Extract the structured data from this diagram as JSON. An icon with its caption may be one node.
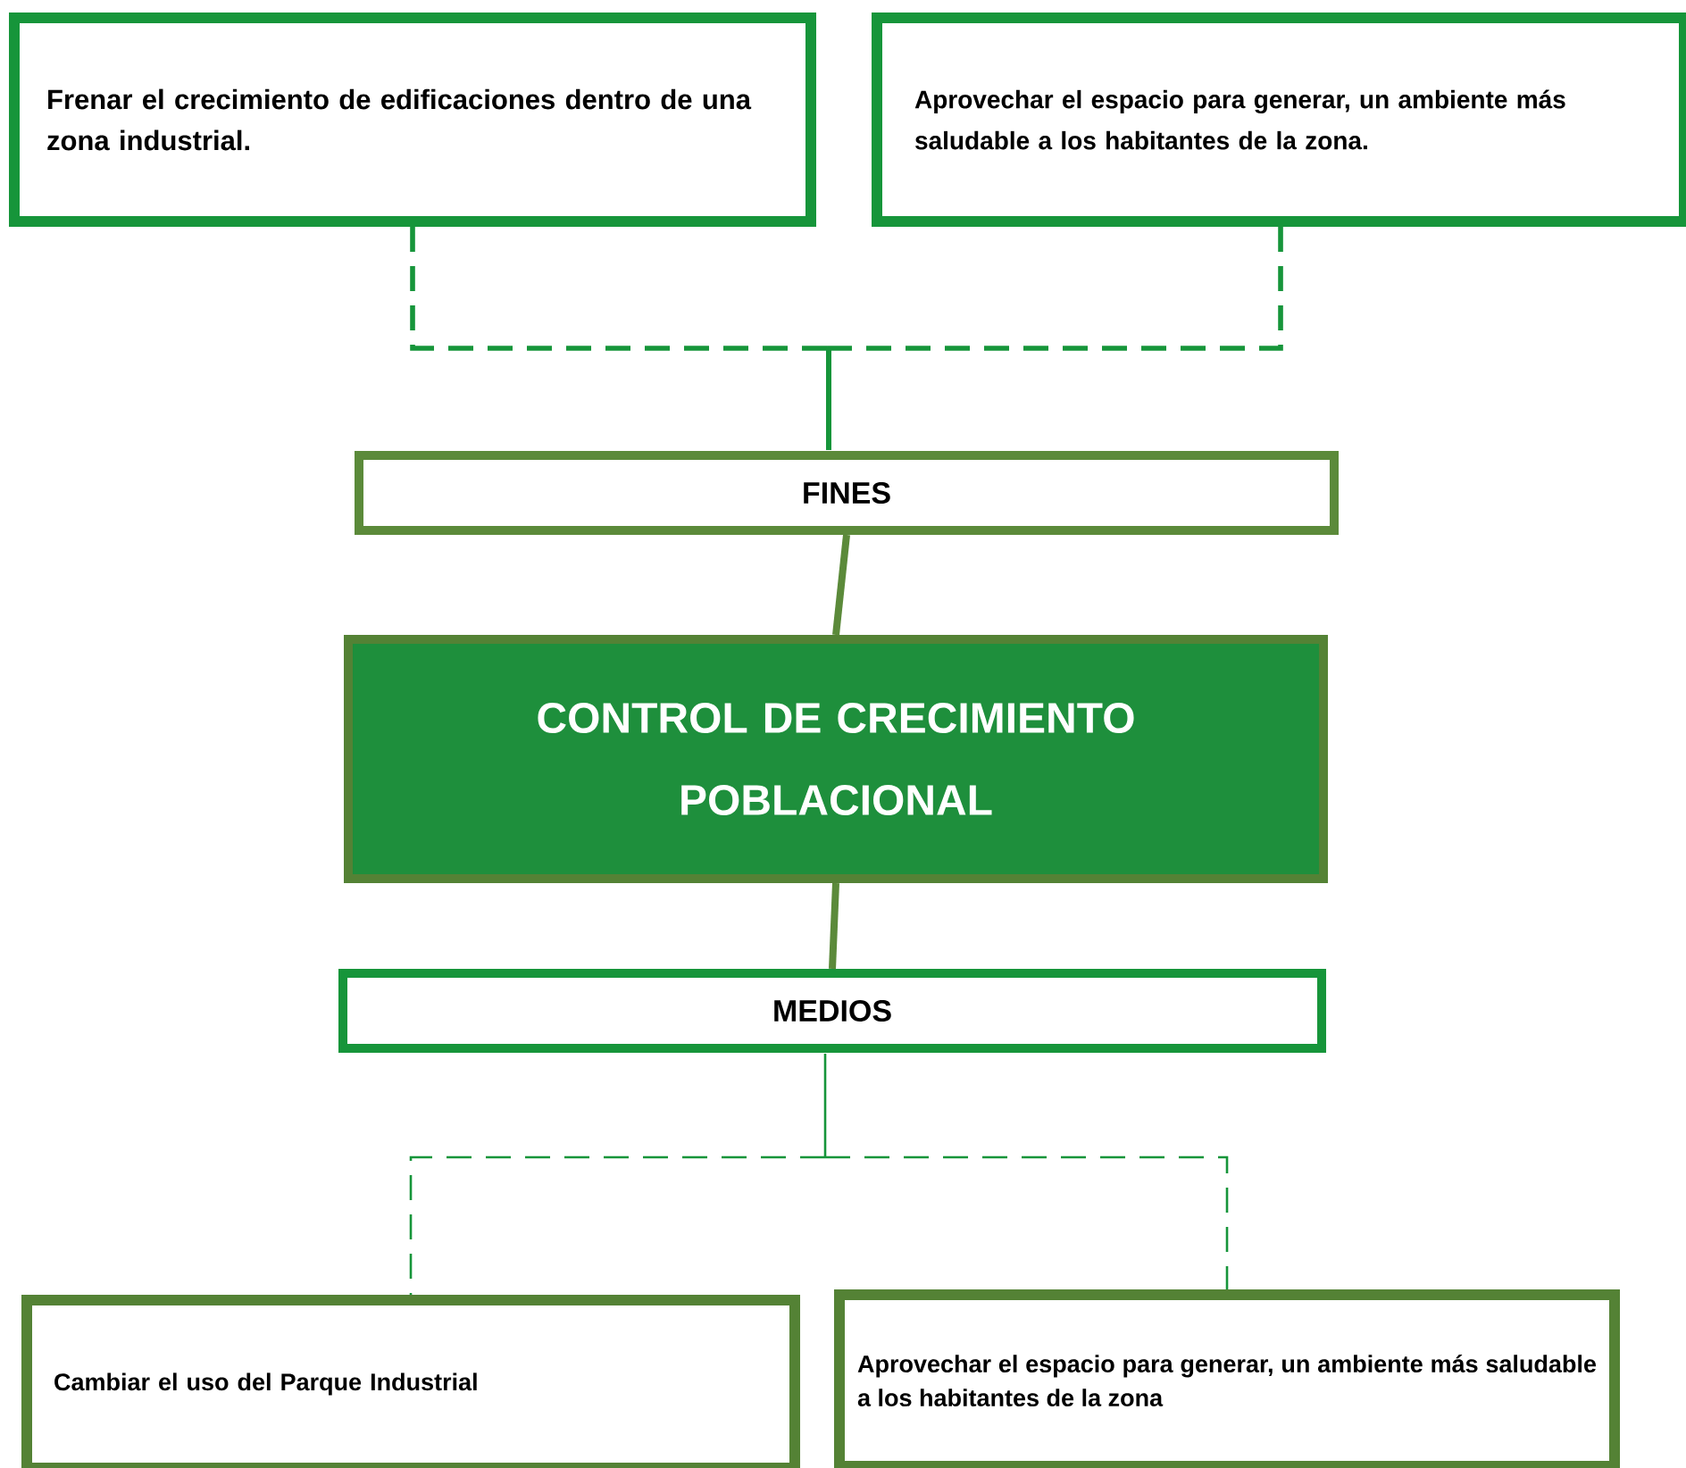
{
  "diagram": {
    "nodes": [
      {
        "text": [
          "Frenar el crecimiento de edificaciones dentro de una zona industrial."
        ]
      },
      {
        "text": [
          "Aprovechar el espacio para generar, un ambiente más saludable a los habitantes de la zona."
        ]
      },
      {
        "text": [
          "FINES"
        ]
      },
      {
        "text": [
          "CONTROL DE CRECIMIENTO POBLACIONAL"
        ]
      },
      {
        "text": [
          "MEDIOS"
        ]
      },
      {
        "text": [
          "Cambiar el uso del Parque Industrial"
        ]
      },
      {
        "text": [
          "Aprovechar el espacio para generar, un ambiente más saludable a los habitantes de la zona"
        ]
      }
    ],
    "edges": [
      {
        "from": 0,
        "to": 2,
        "arrow": "none",
        "style": "dashed"
      },
      {
        "from": 1,
        "to": 2,
        "arrow": "none",
        "style": "dashed"
      },
      {
        "from": 2,
        "to": 3,
        "arrow": "none"
      },
      {
        "from": 3,
        "to": 4,
        "arrow": "none"
      },
      {
        "from": 4,
        "to": 5,
        "arrow": "none",
        "style": "dashed"
      },
      {
        "from": 4,
        "to": 6,
        "arrow": "none",
        "style": "dashed"
      }
    ]
  }
}
